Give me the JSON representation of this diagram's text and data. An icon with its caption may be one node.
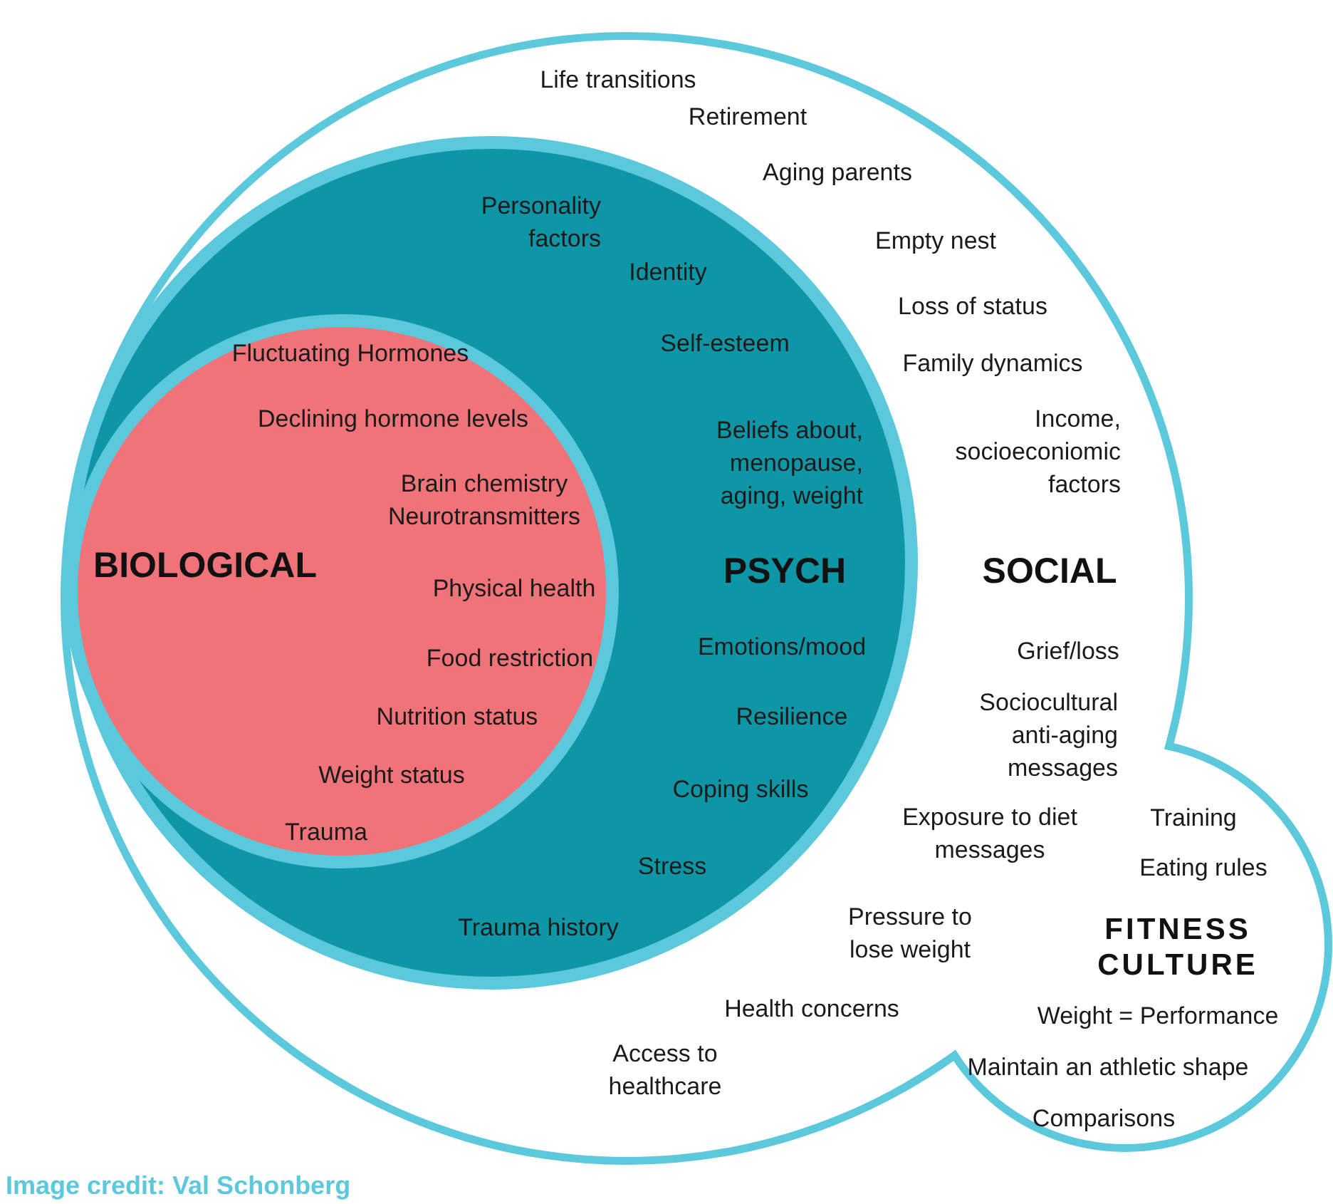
{
  "diagram": {
    "caption": "Image credit: Val Schonberg",
    "nodes": [
      {
        "text": [
          "SOCIAL",
          "Life transitions",
          "Retirement",
          "Aging parents",
          "Empty nest",
          "Loss of status",
          "Family dynamics",
          "Income, socioeconiomic factors",
          "Grief/loss",
          "Sociocultural anti-aging messages",
          "Exposure to diet messages",
          "Pressure to lose weight",
          "Health concerns",
          "Access to healthcare",
          "FITNESS CULTURE",
          "Training",
          "Eating rules",
          "Weight = Performance",
          "Maintain an athletic shape",
          "Comparisons"
        ]
      },
      {
        "text": [
          "PSYCH",
          "Personality factors",
          "Identity",
          "Self-esteem",
          "Beliefs about, menopause, aging, weight",
          "Emotions/mood",
          "Resilience",
          "Coping skills",
          "Stress",
          "Trauma history"
        ],
        "in": 0
      },
      {
        "text": [
          "BIOLOGICAL",
          "Fluctuating Hormones",
          "Declining hormone levels",
          "Brain chemistry Neurotransmitters",
          "Physical health",
          "Food restriction",
          "Nutrition status",
          "Weight status",
          "Trauma"
        ],
        "in": 1
      }
    ],
    "edges": []
  }
}
